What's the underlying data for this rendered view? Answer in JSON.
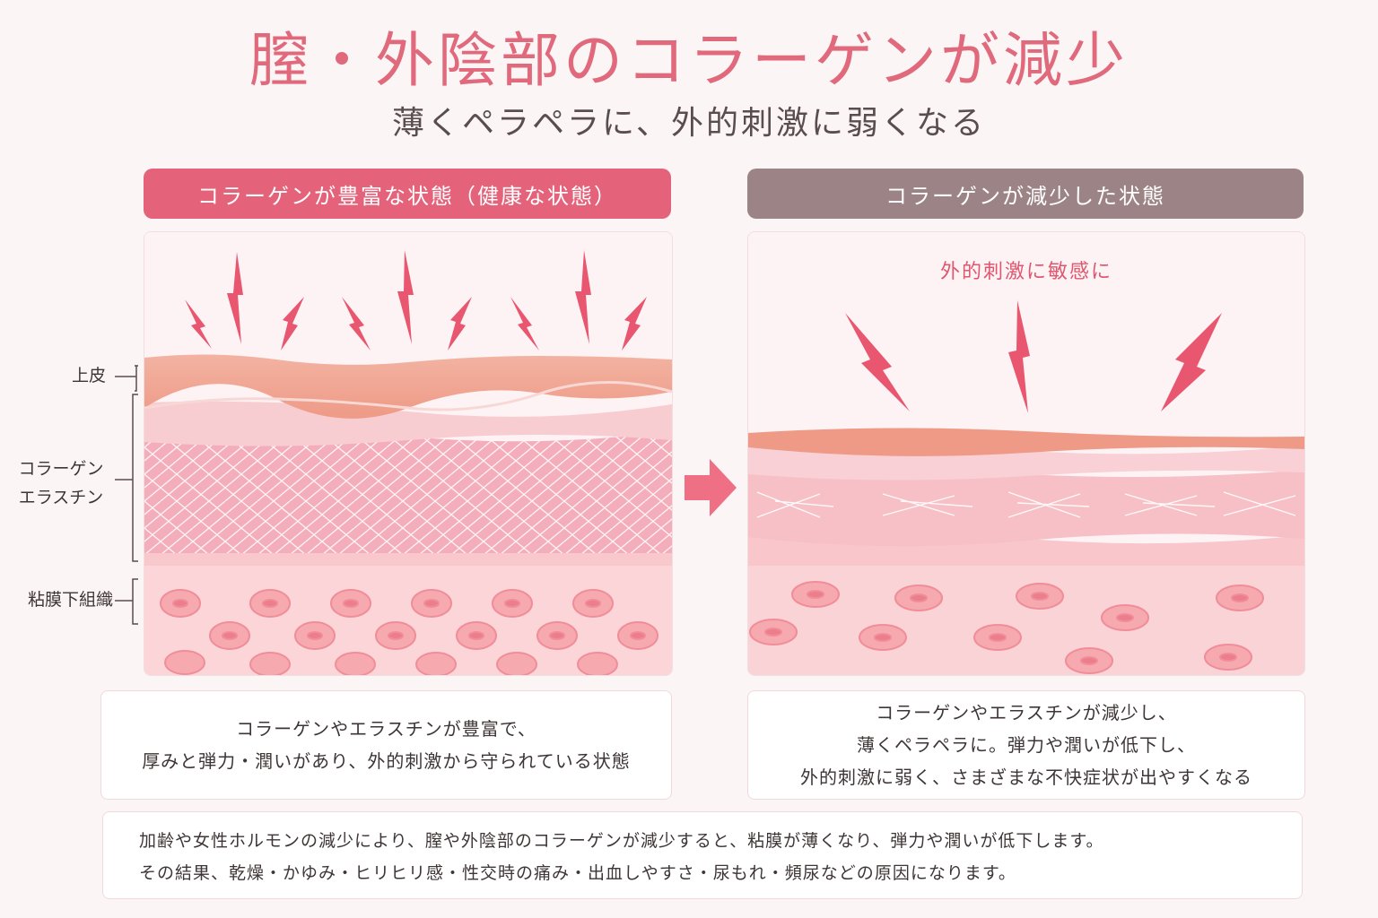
{
  "title": "膣・外陰部のコラーゲンが減少",
  "subtitle": "薄くペラペラに、外的刺激に弱くなる",
  "left": {
    "header": "コラーゲンが豊富な状態（健康な状態）",
    "labels": {
      "epidermis": "上皮",
      "collagen_line1": "コラーゲン",
      "collagen_line2": "エラスチン",
      "submucosa": "粘膜下組織"
    },
    "caption_lines": [
      "コラーゲンやエラスチンが豊富で、",
      "厚みと弾力・潤いがあり、外的刺激から守られている状態"
    ]
  },
  "right": {
    "header": "コラーゲンが減少した状態",
    "alert": "外的刺激に敏感に",
    "caption_lines": [
      "コラーゲンやエラスチンが減少し、",
      "薄くペラペラに。弾力や潤いが低下し、",
      "外的刺激に弱く、さまざまな不快症状が出やすくなる"
    ]
  },
  "note_lines": [
    "加齢や女性ホルモンの減少により、膣や外陰部のコラーゲンが減少すると、粘膜が薄くなり、弾力や潤いが低下します。",
    "その結果、乾燥・かゆみ・ヒリヒリ感・性交時の痛み・出血しやすさ・尿もれ・頻尿などの原因になります。"
  ],
  "colors": {
    "title": "#e0697c",
    "left_header": "#e4627a",
    "right_header": "#9c8486",
    "bolt": "#e8566f",
    "epidermis": "#f2a796",
    "collagen_layer": "#f4b5c0",
    "submucosa": "#fbd8da",
    "cell": "#f59aa4"
  },
  "icons": [
    "lightning-bolt-icon",
    "arrow-right-icon",
    "bracket-icon"
  ]
}
